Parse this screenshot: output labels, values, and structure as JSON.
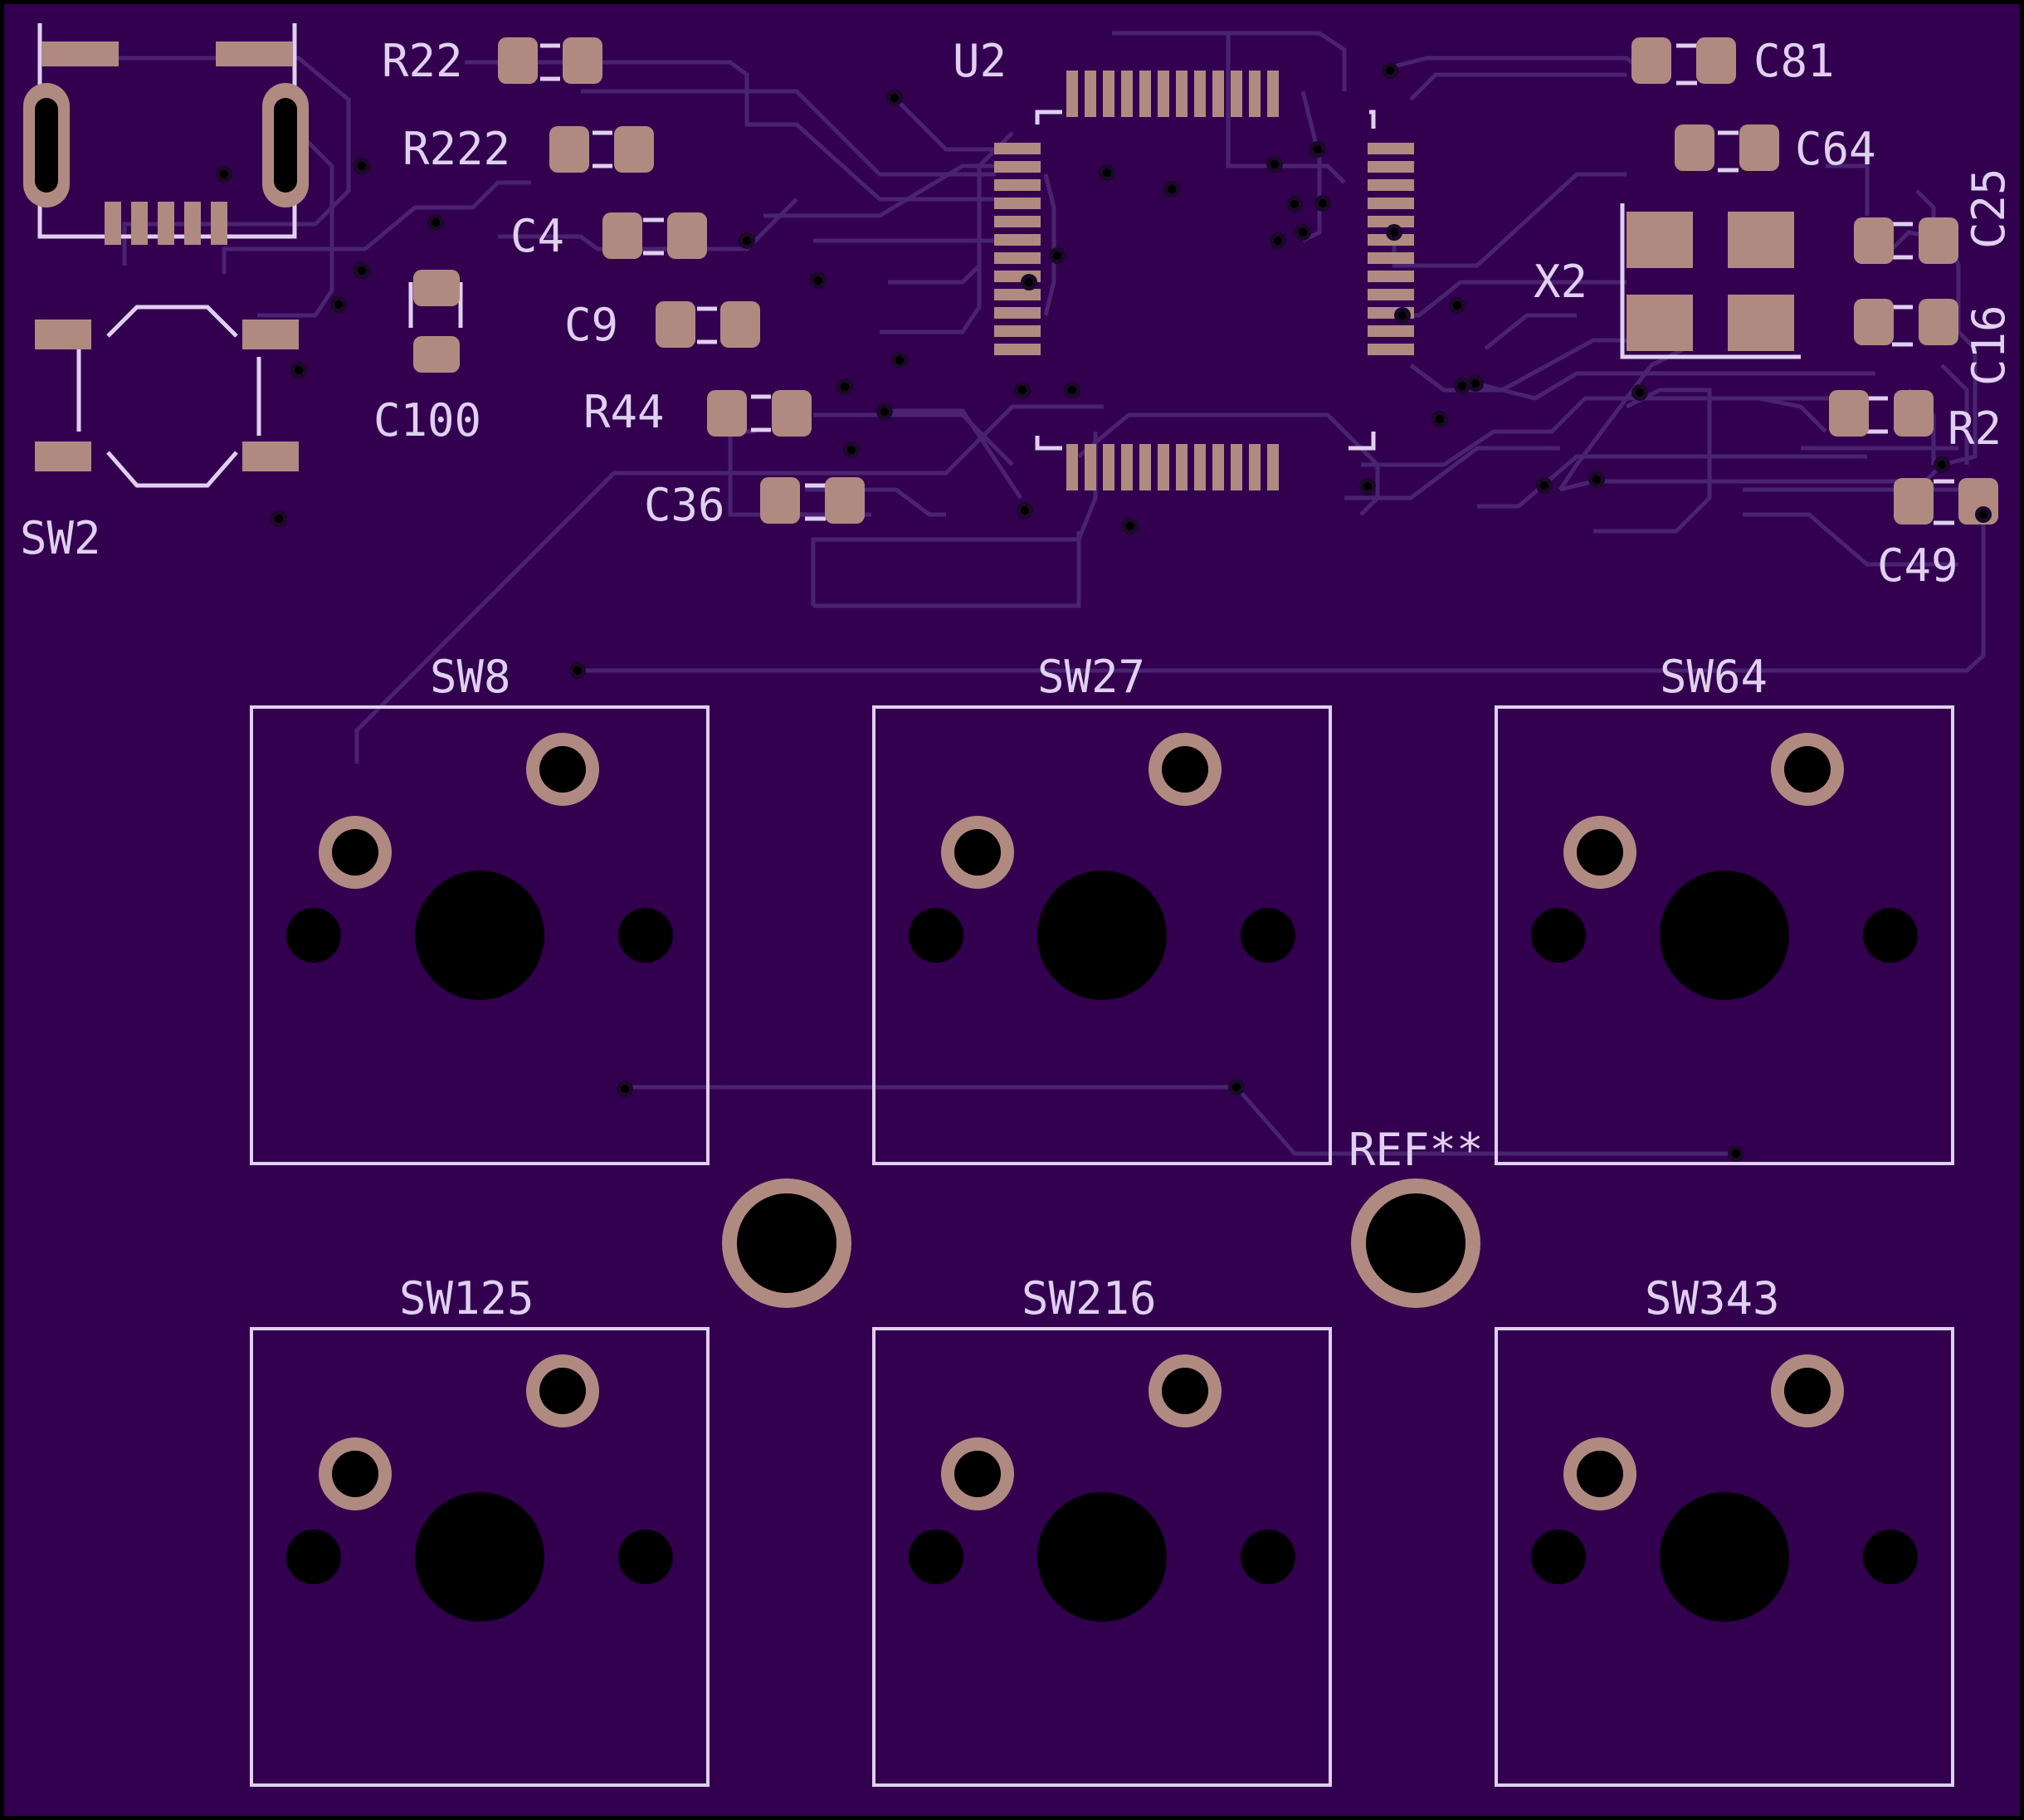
{
  "board": {
    "colors": {
      "substrate": "#32004f",
      "edge": "#000000",
      "copper_trace": "#4a2370",
      "pad": "#b08a80",
      "silkscreen": "#e0d0f0",
      "drill": "#000000",
      "via_ring": "#1a0a28"
    }
  },
  "labels": {
    "R22": "R22",
    "R222": "R222",
    "C4": "C4",
    "C9": "C9",
    "C100": "C100",
    "R44": "R44",
    "C36": "C36",
    "U2": "U2",
    "C81": "C81",
    "C64": "C64",
    "C25": "C25",
    "C16": "C16",
    "X2": "X2",
    "R2": "R2",
    "C49": "C49",
    "SW2": "SW2",
    "SW8": "SW8",
    "SW27": "SW27",
    "SW64": "SW64",
    "SW125": "SW125",
    "SW216": "SW216",
    "SW343": "SW343",
    "REF": "REF**"
  },
  "components": [
    {
      "ref": "USB connector",
      "icon": "usb-connector-icon"
    },
    {
      "ref": "SW2",
      "icon": "tactile-switch-icon"
    },
    {
      "ref": "U2",
      "icon": "qfp-chip-icon"
    },
    {
      "ref": "X2",
      "icon": "crystal-icon"
    },
    {
      "ref": "SW8",
      "icon": "key-switch-icon"
    },
    {
      "ref": "SW27",
      "icon": "key-switch-icon"
    },
    {
      "ref": "SW64",
      "icon": "key-switch-icon"
    },
    {
      "ref": "SW125",
      "icon": "key-switch-icon"
    },
    {
      "ref": "SW216",
      "icon": "key-switch-icon"
    },
    {
      "ref": "SW343",
      "icon": "key-switch-icon"
    },
    {
      "ref": "REF**",
      "icon": "mounting-hole-icon"
    }
  ]
}
